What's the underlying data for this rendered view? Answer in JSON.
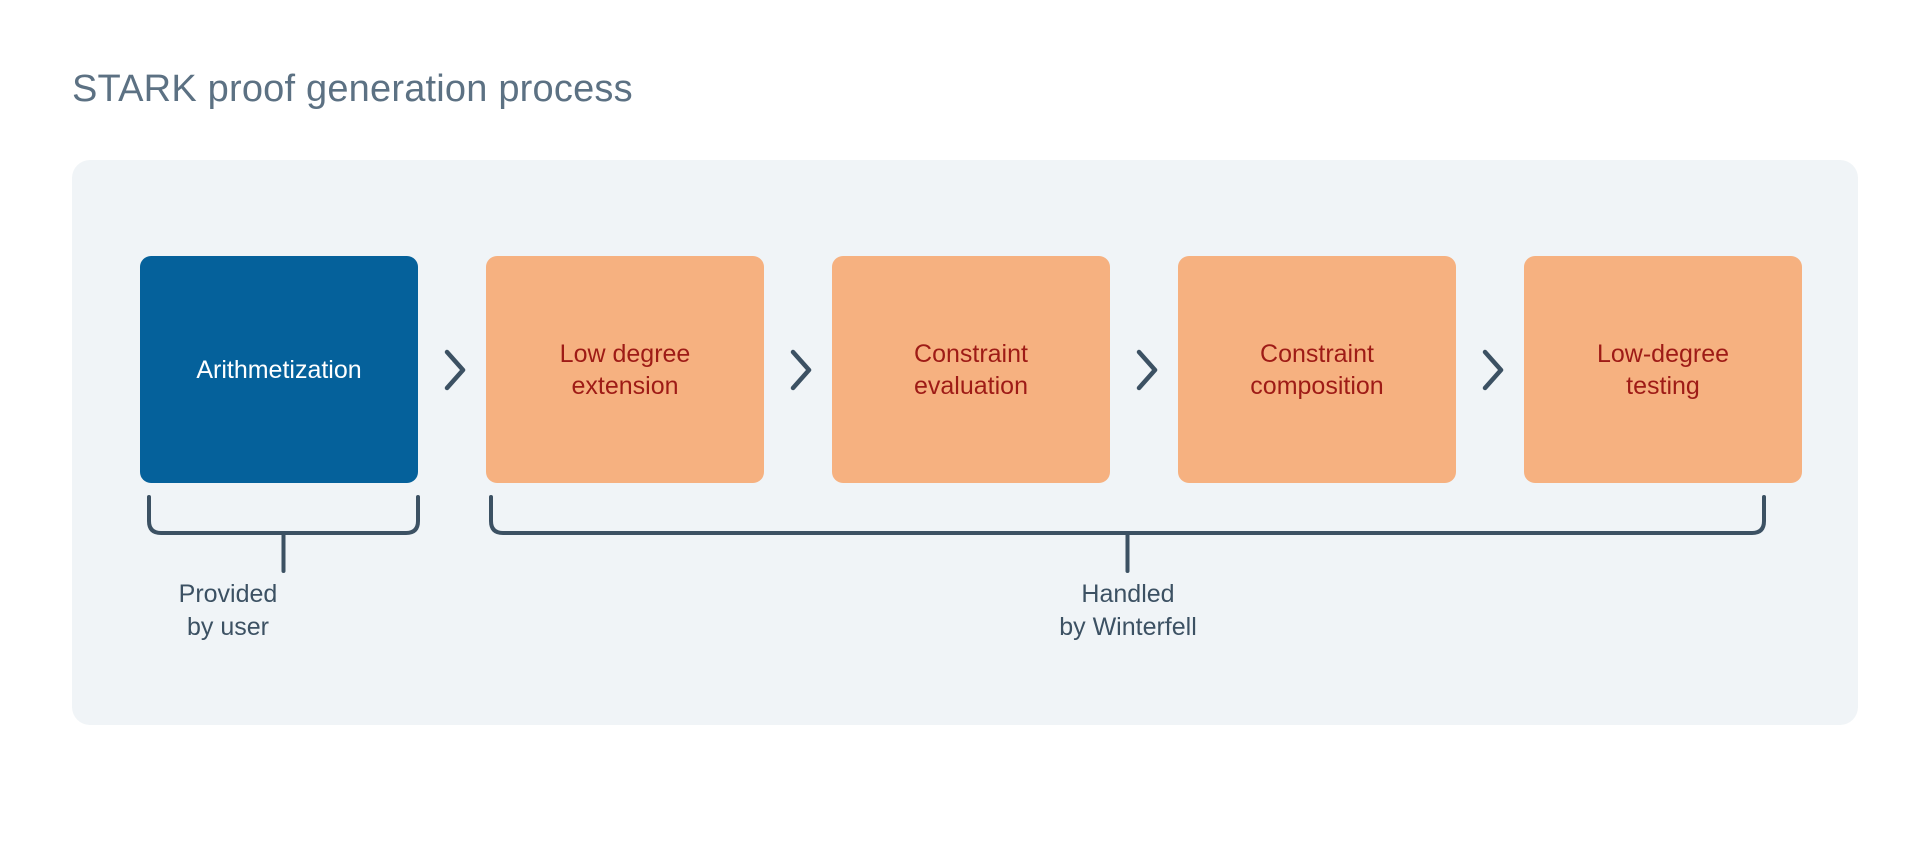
{
  "title": "STARK proof generation process",
  "theme": {
    "page_background": "#ffffff",
    "panel_background": "#f0f4f7",
    "title_color": "#5c7183",
    "user_stage_fill": "#05619b",
    "user_stage_text": "#ffffff",
    "winterfell_stage_fill": "#f6b180",
    "winterfell_stage_text": "#9e1b16",
    "connector_color": "#3c5163",
    "bracket_color": "#3c5163",
    "caption_color": "#3c5163"
  },
  "flow": {
    "stages": [
      {
        "id": "arithmetization",
        "label": "Arithmetization",
        "group": "user",
        "style": "blue"
      },
      {
        "id": "low-degree-extension",
        "label": "Low degree\nextension",
        "group": "winterfell",
        "style": "orange"
      },
      {
        "id": "constraint-evaluation",
        "label": "Constraint\nevaluation",
        "group": "winterfell",
        "style": "orange"
      },
      {
        "id": "constraint-composition",
        "label": "Constraint\ncomposition",
        "group": "winterfell",
        "style": "orange"
      },
      {
        "id": "low-degree-testing",
        "label": "Low-degree\ntesting",
        "group": "winterfell",
        "style": "orange"
      }
    ],
    "connector_icon": "chevron-right-icon",
    "connector_count": 4
  },
  "groups": [
    {
      "id": "user",
      "caption": "Provided\nby user",
      "spans": [
        "arithmetization"
      ]
    },
    {
      "id": "winterfell",
      "caption": "Handled\nby Winterfell",
      "spans": [
        "low-degree-extension",
        "constraint-evaluation",
        "constraint-composition",
        "low-degree-testing"
      ]
    }
  ],
  "captions": {
    "user": "Provided\nby user",
    "winterfell": "Handled\nby Winterfell"
  },
  "stage_labels": {
    "s0": "Arithmetization",
    "s1_line1": "Low degree",
    "s1_line2": "extension",
    "s2_line1": "Constraint",
    "s2_line2": "evaluation",
    "s3_line1": "Constraint",
    "s3_line2": "composition",
    "s4_line1": "Low-degree",
    "s4_line2": "testing"
  },
  "caption_lines": {
    "user_line1": "Provided",
    "user_line2": "by user",
    "winterfell_line1": "Handled",
    "winterfell_line2": "by Winterfell"
  }
}
